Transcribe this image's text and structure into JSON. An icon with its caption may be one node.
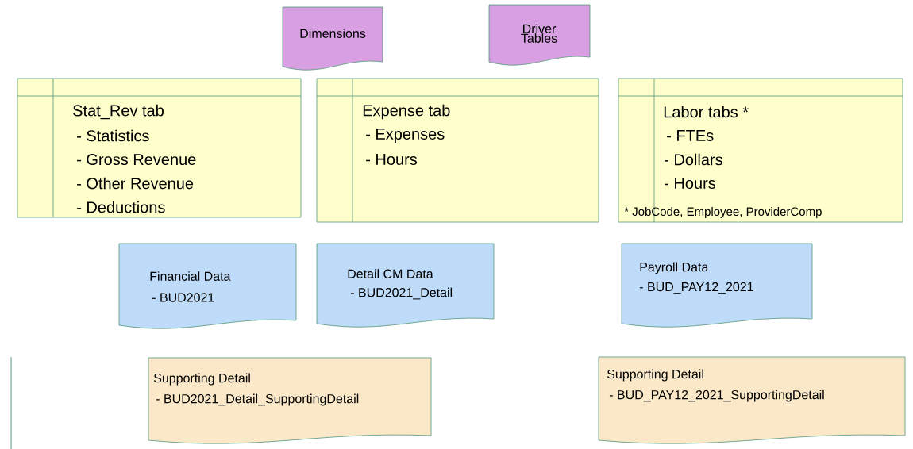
{
  "diagram": {
    "nodes": [
      {
        "text": [
          "Dimensions"
        ]
      },
      {
        "text": [
          "Driver Tables"
        ]
      },
      {
        "text": [
          "Stat_Rev tab",
          "- Statistics",
          "- Gross Revenue",
          "- Other Revenue",
          "- Deductions"
        ]
      },
      {
        "text": [
          "Expense tab",
          "- Expenses",
          "- Hours"
        ]
      },
      {
        "text": [
          "Labor tabs *",
          "- FTEs",
          "- Dollars",
          "- Hours",
          "* JobCode, Employee, ProviderComp"
        ]
      },
      {
        "text": [
          "Financial Data",
          "- BUD2021"
        ]
      },
      {
        "text": [
          "Detail CM Data",
          "- BUD2021_Detail"
        ]
      },
      {
        "text": [
          "Payroll Data",
          "- BUD_PAY12_2021"
        ]
      },
      {
        "text": [
          "Supporting Detail",
          "- BUD2021_Detail_SupportingDetail"
        ]
      },
      {
        "text": [
          "Supporting Detail",
          "- BUD_PAY12_2021_SupportingDetail"
        ]
      }
    ]
  }
}
